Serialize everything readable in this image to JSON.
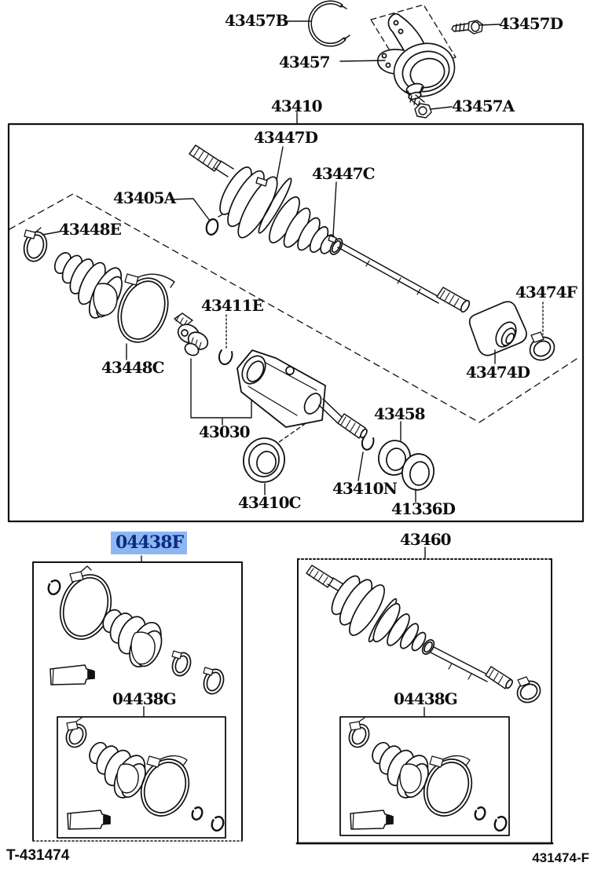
{
  "doc": {
    "footer_left": "T-431474",
    "footer_right": "431474-F"
  },
  "colors": {
    "highlight_bg": "#8db6f3",
    "highlight_text": "#0a2d80",
    "line_color": "#111111"
  },
  "labels": {
    "p43457B": "43457B",
    "p43457D": "43457D",
    "p43457": "43457",
    "p43410": "43410",
    "p43457A": "43457A",
    "p43447D": "43447D",
    "p43447C": "43447C",
    "p43405A": "43405A",
    "p43448E": "43448E",
    "p43474F": "43474F",
    "p43411E": "43411E",
    "p43448C": "43448C",
    "p43474D": "43474D",
    "p43458": "43458",
    "p43030": "43030",
    "p43410N": "43410N",
    "p43410C": "43410C",
    "p41336D": "41336D",
    "p04438F": "04438F",
    "p43460": "43460",
    "p04438G": "04438G"
  }
}
